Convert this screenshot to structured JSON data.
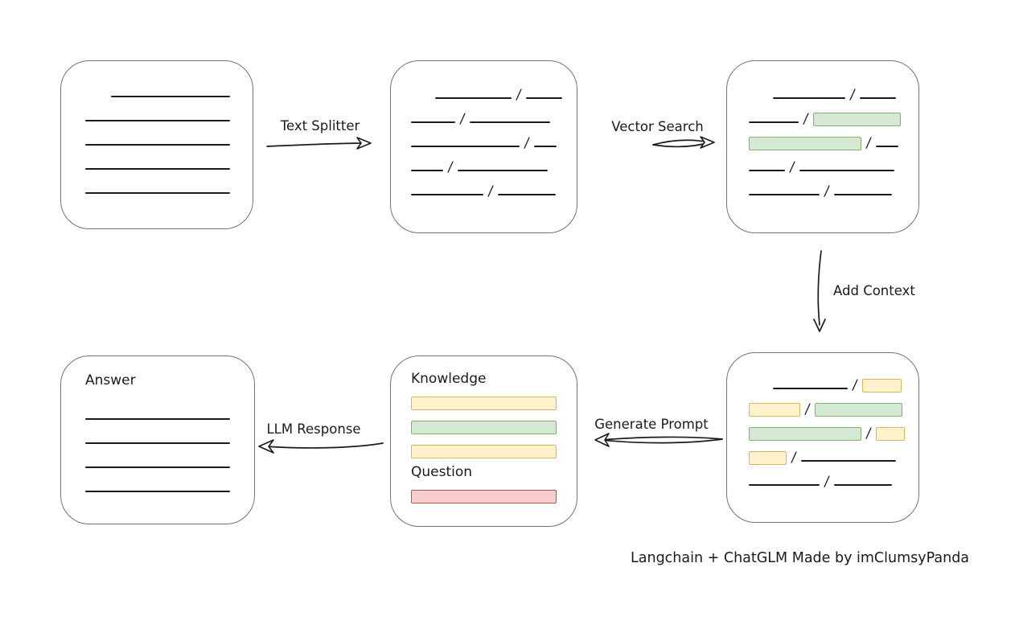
{
  "footer": "Langchain + ChatGLM Made by imClumsyPanda",
  "colors": {
    "ink": "#1b1b1b",
    "box_border": "#737373",
    "green_fill": "#d5e8d4",
    "green_border": "#82b366",
    "yellow_fill": "#fff2cc",
    "yellow_border": "#d6b656",
    "red_fill": "#f8cecc",
    "red_border": "#b85450"
  },
  "arrows": {
    "text_splitter": "Text Splitter",
    "vector_search": "Vector Search",
    "add_context": "Add Context",
    "generate_prompt": "Generate Prompt",
    "llm_response": "LLM Response"
  },
  "nodes": {
    "document": {
      "rows": [
        [
          {
            "t": "gap",
            "w": 32
          },
          {
            "t": "line",
            "w": 148
          }
        ],
        [
          {
            "t": "line",
            "w": 180
          }
        ],
        [
          {
            "t": "line",
            "w": 180
          }
        ],
        [
          {
            "t": "line",
            "w": 180
          }
        ],
        [
          {
            "t": "line",
            "w": 180
          }
        ]
      ]
    },
    "split": {
      "rows": [
        [
          {
            "t": "gap",
            "w": 30
          },
          {
            "t": "line",
            "w": 95
          },
          {
            "t": "slash"
          },
          {
            "t": "line",
            "w": 45
          }
        ],
        [
          {
            "t": "line",
            "w": 55
          },
          {
            "t": "slash"
          },
          {
            "t": "line",
            "w": 100
          }
        ],
        [
          {
            "t": "line",
            "w": 135
          },
          {
            "t": "slash"
          },
          {
            "t": "line",
            "w": 28
          }
        ],
        [
          {
            "t": "line",
            "w": 40
          },
          {
            "t": "slash"
          },
          {
            "t": "line",
            "w": 112
          }
        ],
        [
          {
            "t": "line",
            "w": 90
          },
          {
            "t": "slash"
          },
          {
            "t": "line",
            "w": 72
          }
        ]
      ]
    },
    "matched": {
      "rows": [
        [
          {
            "t": "gap",
            "w": 30
          },
          {
            "t": "line",
            "w": 90
          },
          {
            "t": "slash"
          },
          {
            "t": "line",
            "w": 45
          }
        ],
        [
          {
            "t": "line",
            "w": 62
          },
          {
            "t": "slash"
          },
          {
            "t": "bar_green",
            "w": 107
          }
        ],
        [
          {
            "t": "bar_green",
            "w": 138
          },
          {
            "t": "slash"
          },
          {
            "t": "line",
            "w": 28
          }
        ],
        [
          {
            "t": "line",
            "w": 45
          },
          {
            "t": "slash"
          },
          {
            "t": "line",
            "w": 118
          }
        ],
        [
          {
            "t": "line",
            "w": 88
          },
          {
            "t": "slash"
          },
          {
            "t": "line",
            "w": 72
          }
        ]
      ]
    },
    "context": {
      "rows": [
        [
          {
            "t": "gap",
            "w": 30
          },
          {
            "t": "line",
            "w": 93
          },
          {
            "t": "slash"
          },
          {
            "t": "bar_yellow",
            "w": 47
          }
        ],
        [
          {
            "t": "bar_yellow",
            "w": 62
          },
          {
            "t": "slash"
          },
          {
            "t": "bar_green",
            "w": 107
          }
        ],
        [
          {
            "t": "bar_green",
            "w": 138
          },
          {
            "t": "slash"
          },
          {
            "t": "bar_yellow",
            "w": 34
          }
        ],
        [
          {
            "t": "bar_yellow",
            "w": 45
          },
          {
            "t": "slash"
          },
          {
            "t": "line",
            "w": 118
          }
        ],
        [
          {
            "t": "line",
            "w": 88
          },
          {
            "t": "slash"
          },
          {
            "t": "line",
            "w": 72
          }
        ]
      ]
    },
    "prompt": {
      "knowledge_label": "Knowledge",
      "question_label": "Question",
      "knowledge_rows": [
        [
          {
            "t": "bar_yellow",
            "w": 179
          }
        ],
        [
          {
            "t": "bar_green",
            "w": 179
          }
        ],
        [
          {
            "t": "bar_yellow",
            "w": 179
          }
        ]
      ],
      "question_rows": [
        [
          {
            "t": "bar_red",
            "w": 179
          }
        ]
      ]
    },
    "answer": {
      "label": "Answer",
      "rows": [
        [
          {
            "t": "line",
            "w": 180
          }
        ],
        [
          {
            "t": "line",
            "w": 180
          }
        ],
        [
          {
            "t": "line",
            "w": 180
          }
        ],
        [
          {
            "t": "line",
            "w": 180
          }
        ]
      ]
    }
  }
}
